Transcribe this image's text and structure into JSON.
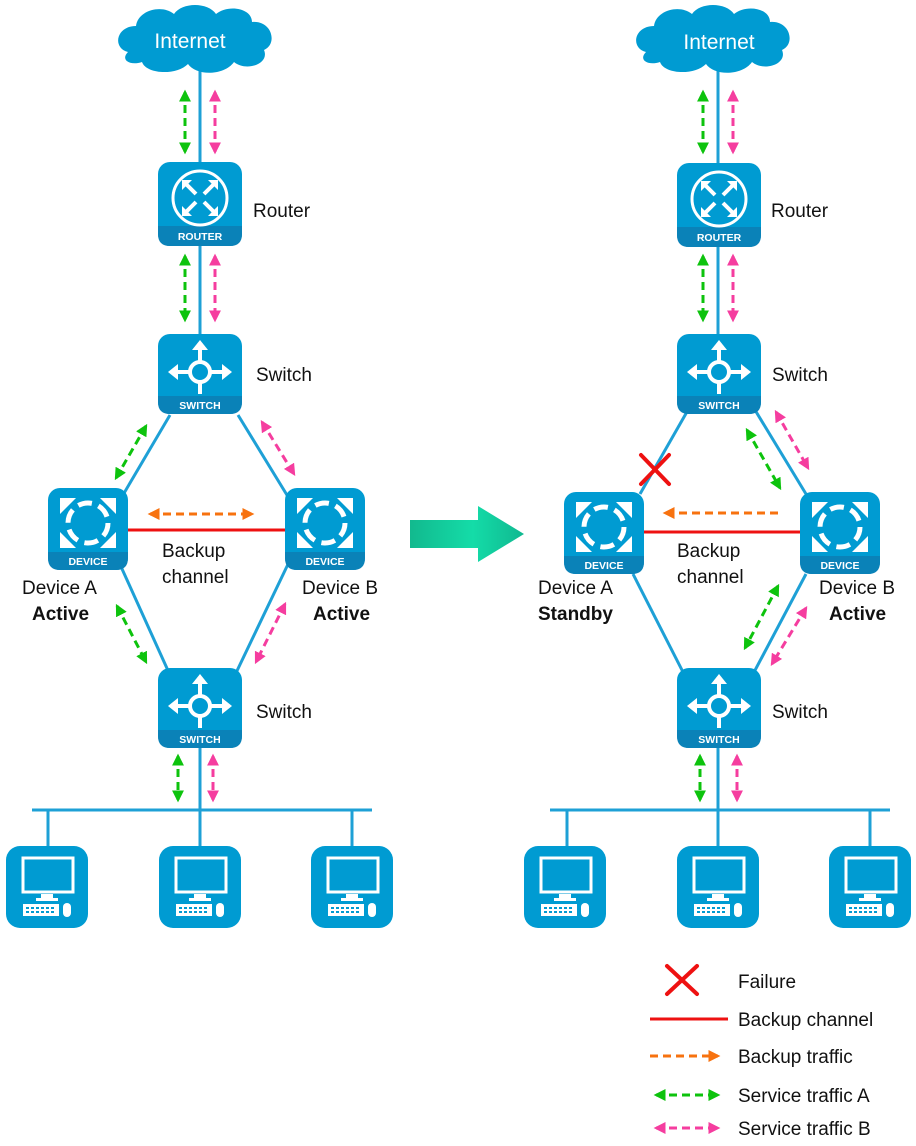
{
  "colors": {
    "device_blue": "#009bd2",
    "device_band": "#0a82b8",
    "link": "#1ea0d6",
    "backup_channel": "#ee1111",
    "backup_traffic": "#f7720f",
    "service_a": "#0dc30d",
    "service_b": "#f53d9f",
    "failure": "#ee1111",
    "transition_arrow": "#10c79a"
  },
  "left": {
    "internet": "Internet",
    "router_label": "Router",
    "router_tag": "ROUTER",
    "switch_top_label": "Switch",
    "switch_bottom_label": "Switch",
    "switch_tag": "SWITCH",
    "device_tag": "DEVICE",
    "device_a_name": "Device A",
    "device_a_state": "Active",
    "device_b_name": "Device B",
    "device_b_state": "Active",
    "backup_label_1": "Backup",
    "backup_label_2": "channel"
  },
  "right": {
    "internet": "Internet",
    "router_label": "Router",
    "router_tag": "ROUTER",
    "switch_top_label": "Switch",
    "switch_bottom_label": "Switch",
    "switch_tag": "SWITCH",
    "device_tag": "DEVICE",
    "device_a_name": "Device A",
    "device_a_state": "Standby",
    "device_b_name": "Device B",
    "device_b_state": "Active",
    "backup_label_1": "Backup",
    "backup_label_2": "channel"
  },
  "legend": [
    {
      "symbol": "failure-x",
      "label": "Failure"
    },
    {
      "symbol": "solid-red-line",
      "label": "Backup channel"
    },
    {
      "symbol": "orange-dashed-arrow",
      "label": "Backup traffic"
    },
    {
      "symbol": "green-dashed-double-arrow",
      "label": "Service traffic A"
    },
    {
      "symbol": "pink-dashed-double-arrow",
      "label": "Service traffic B"
    }
  ]
}
